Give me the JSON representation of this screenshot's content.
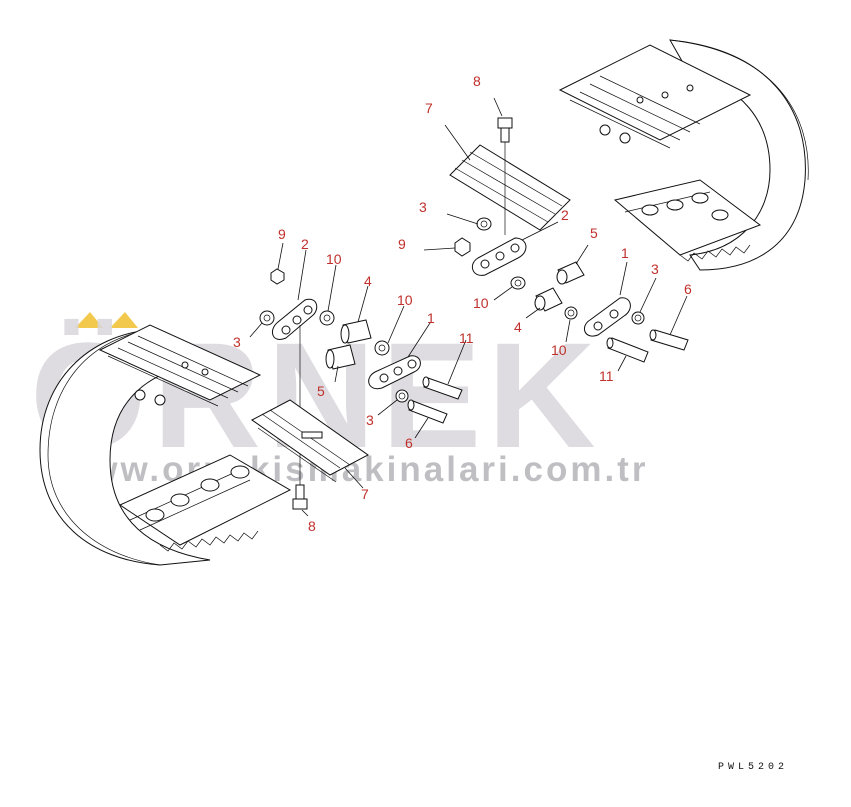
{
  "drawing_code": "PWL5202",
  "watermark": {
    "brand": "ÖRNEK",
    "url": "www.ornekismakinalari.com.tr",
    "accent_color": "#f2c94c",
    "text_color": "#d9d7dc"
  },
  "callout_color": "#c0302c",
  "callouts": [
    "8",
    "7",
    "3",
    "9",
    "2",
    "5",
    "1",
    "3",
    "10",
    "4",
    "10",
    "6",
    "11",
    "9",
    "2",
    "10",
    "4",
    "10",
    "1",
    "3",
    "5",
    "11",
    "3",
    "6",
    "7",
    "8"
  ]
}
